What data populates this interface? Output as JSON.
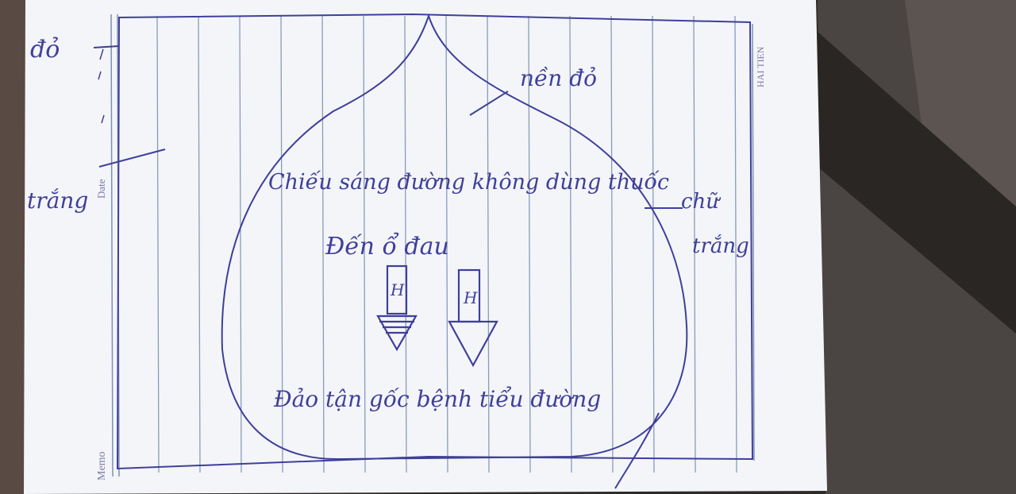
{
  "paper": {
    "brand": "HAI TIEN",
    "memo_label": "Memo",
    "date_label": "Date"
  },
  "annotations": {
    "left_red": "đỏ",
    "left_white": "trắng",
    "top_right_red_bg": "nền đỏ",
    "right_white_text": "chữ trắng"
  },
  "sign_text": {
    "line1": "Chiếu sáng đường không dùng thuốc",
    "line2": "Đến ổ đau",
    "line3": "Đảo tận gốc bệnh tiểu đường"
  },
  "arrow_labels": {
    "left": "H",
    "right": "H"
  },
  "colors": {
    "ink": "#3f3f9a",
    "paper": "#f4f5f9",
    "rule_line": "#8a9ab8",
    "background": "#3a3533"
  }
}
